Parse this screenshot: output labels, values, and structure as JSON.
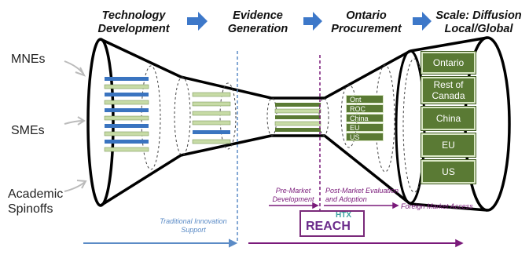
{
  "stages": [
    "Technology\nDevelopment",
    "Evidence\nGeneration",
    "Ontario\nProcurement",
    "Scale: Diffusion\nLocal/Global"
  ],
  "sources": [
    "MNEs",
    "SMEs",
    "Academic\nSpinoffs"
  ],
  "markets_large": [
    "Ontario",
    "Rest of\nCanada",
    "China",
    "EU",
    "US"
  ],
  "markets_small": [
    "Ont",
    "ROC",
    "China",
    "EU",
    "US"
  ],
  "annotations": {
    "traditional": "Traditional Innovation\nSupport",
    "premarket": "Pre-Market\nDevelopment",
    "postmarket": "Post-Market Evaluation\nand Adoption",
    "foreign": "Foreign Market Access"
  },
  "reach": {
    "label": "REACH",
    "badge": "HTX"
  },
  "colors": {
    "arrow_blue": "#3d78c9",
    "box_green": "#5a7a34",
    "bar_blue": "#3a74c0",
    "bar_green": "#c7dba6",
    "purple": "#7a1a7a",
    "blue_line": "#5b8bc6"
  }
}
